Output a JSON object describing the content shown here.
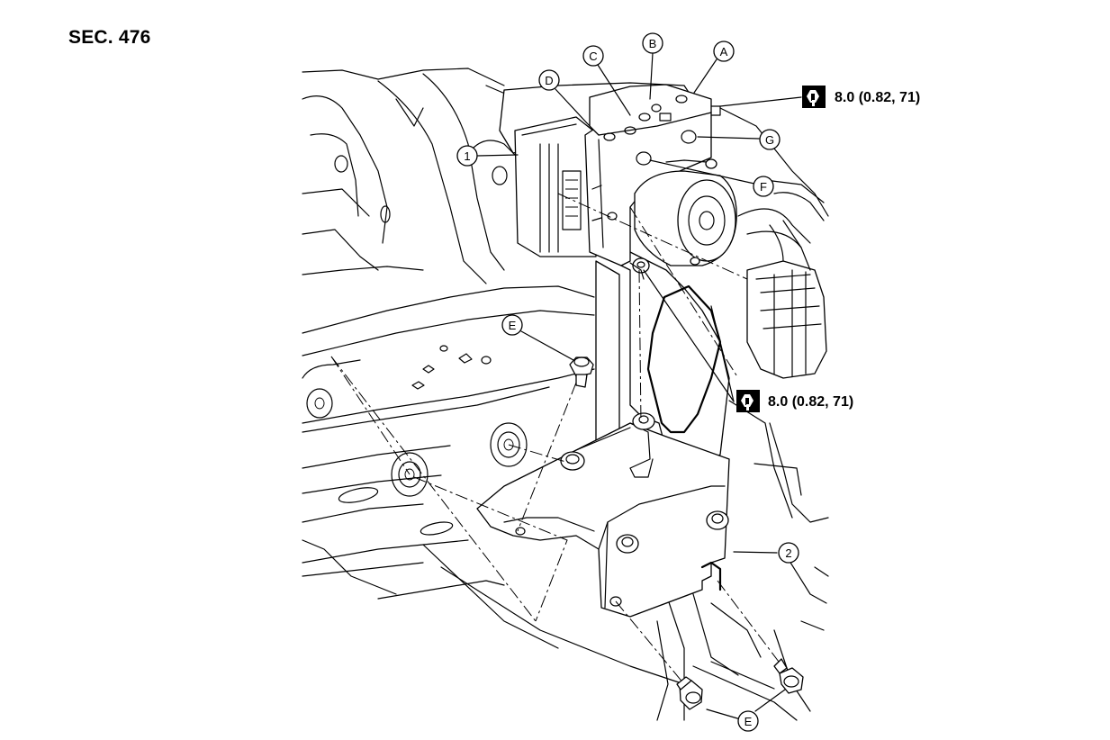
{
  "section_label": "SEC. 476",
  "callouts": {
    "part_1": "1",
    "part_2": "2",
    "port_a": "A",
    "port_b": "B",
    "port_c": "C",
    "port_d": "D",
    "port_f": "F",
    "port_g": "G",
    "bolt_e_upper": "E",
    "bolt_e_lower": "E"
  },
  "torque": {
    "upper_value": "8.0 (0.82, 71)",
    "lower_value": "8.0 (0.82, 71)",
    "icon": "torque-wrench-icon"
  }
}
